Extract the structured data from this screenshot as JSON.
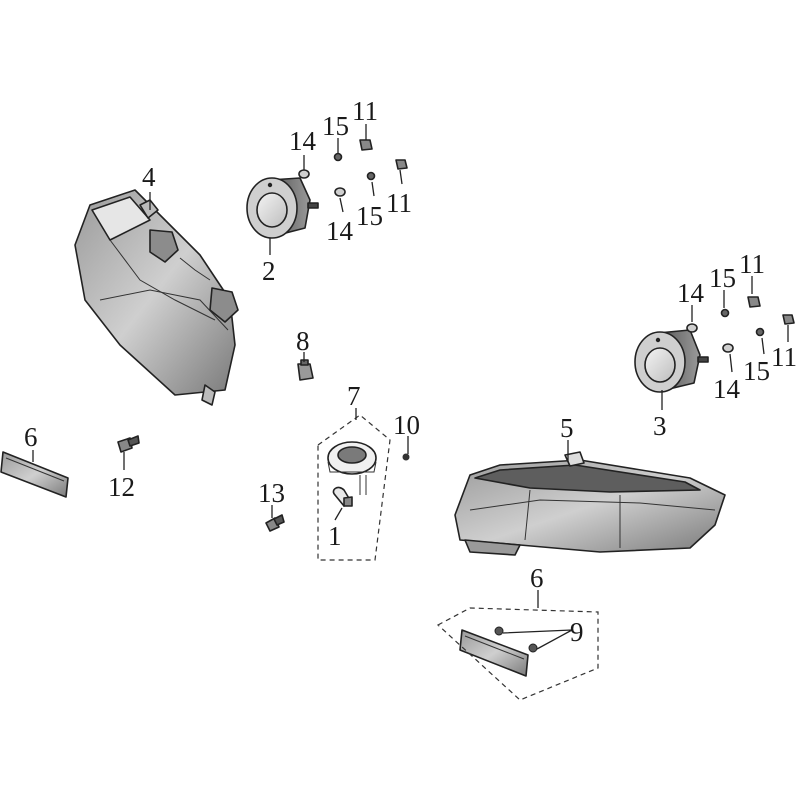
{
  "callouts": {
    "c1": "1",
    "c2": "2",
    "c3": "3",
    "c4": "4",
    "c5": "5",
    "c6a": "6",
    "c6b": "6",
    "c7": "7",
    "c8": "8",
    "c9": "9",
    "c10": "10",
    "c11a": "11",
    "c11b": "11",
    "c11c": "11",
    "c11d": "11",
    "c12": "12",
    "c13": "13",
    "c14a": "14",
    "c14b": "14",
    "c14c": "14",
    "c14d": "14",
    "c15a": "15",
    "c15b": "15",
    "c15c": "15",
    "c15d": "15"
  },
  "colors": {
    "line": "#222222",
    "shade_dark": "#6f6f6f",
    "shade_mid": "#a9a9a9",
    "shade_light": "#d9d9d9",
    "background": "#ffffff"
  }
}
